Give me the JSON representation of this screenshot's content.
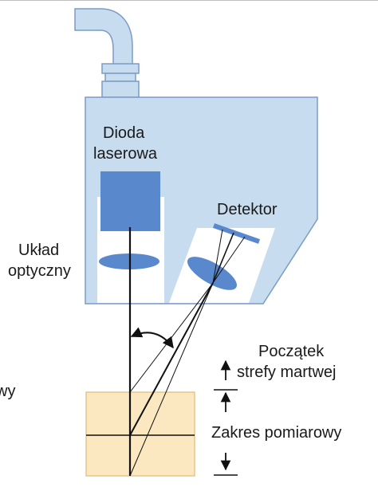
{
  "labels": {
    "dioda_line1": "Dioda",
    "dioda_line2": "laserowa",
    "detektor": "Detektor",
    "uklad_line1": "Układ",
    "uklad_line2": "optyczny",
    "poczatek_line1": "Początek",
    "poczatek_line2": "strefy martwej",
    "zakres": "Zakres pomiarowy",
    "cut_left": "wy"
  },
  "colors": {
    "housing": "#c8dcf0",
    "housing_stroke": "#7a9cc6",
    "laser_block": "#5a88cc",
    "lens": "#5a88cc",
    "target": "#fbe8c1",
    "target_stroke": "#e6c687",
    "line": "#111111",
    "window": "#ffffff"
  },
  "icons": {
    "angle_arrow": "curved-double-arrow-icon",
    "up_arrow": "up-arrow-icon",
    "down_arrow": "down-arrow-icon"
  }
}
